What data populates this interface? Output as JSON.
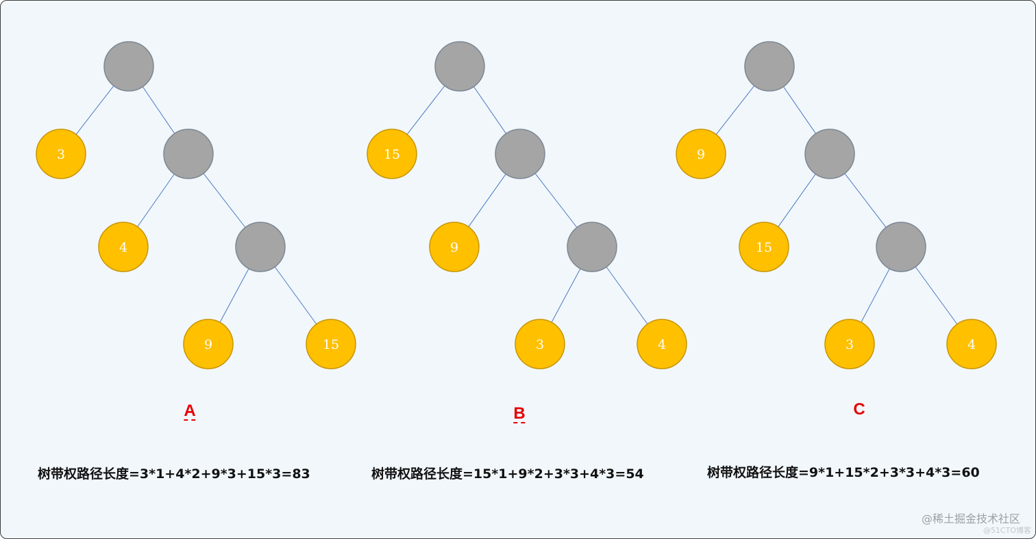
{
  "trees": [
    {
      "letter": "A",
      "leaf_values": [
        "3",
        "4",
        "9",
        "15"
      ],
      "formula": "树带权路径长度=3*1+4*2+9*3+15*3=83"
    },
    {
      "letter": "B",
      "leaf_values": [
        "15",
        "9",
        "3",
        "4"
      ],
      "formula": "树带权路径长度=15*1+9*2+3*3+4*3=54"
    },
    {
      "letter": "C",
      "leaf_values": [
        "9",
        "15",
        "3",
        "4"
      ],
      "formula": "树带权路径长度=9*1+15*2+3*3+4*3=60"
    }
  ],
  "watermark": "@稀土掘金技术社区",
  "watermark_sub": "@51CTO博客",
  "colors": {
    "internal_node": "#a5a5a5",
    "leaf_node": "#ffc000",
    "edge": "#4a78c2",
    "letter": "#e60000"
  }
}
